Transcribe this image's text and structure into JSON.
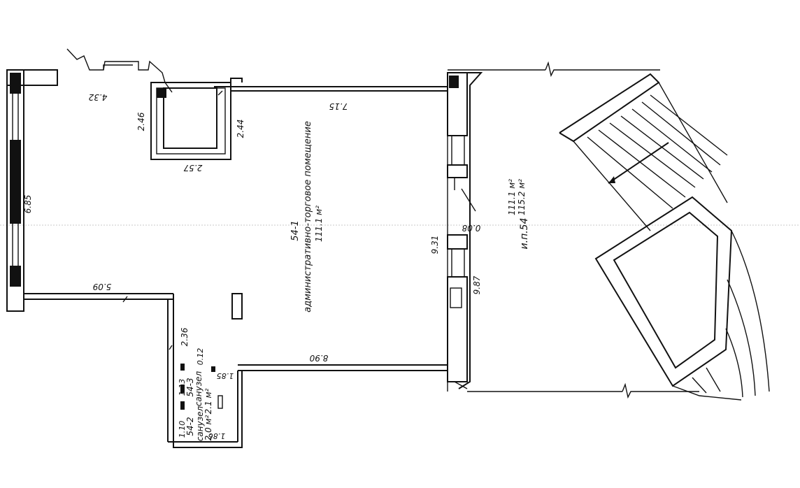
{
  "unit": {
    "room_code": "54-1",
    "room_name": "административно-торговое помещение",
    "room_area": "111.1 м²",
    "section_label": "и.п.54",
    "section_area_1": "111.1 м²",
    "section_area_2": "115.2 м²"
  },
  "rooms": [
    {
      "code": "54-2",
      "name": "санузел",
      "area": "2.0 м²"
    },
    {
      "code": "54-3",
      "name": "санузел",
      "area": "2.1 м²"
    }
  ],
  "dimensions": {
    "d_4_32": "4.32",
    "d_7_15": "7.15",
    "d_2_46": "2.46",
    "d_2_44": "2.44",
    "d_2_57": "2.57",
    "d_6_85": "6.85",
    "d_5_09": "5.09",
    "d_9_31": "9.31",
    "d_0_08": "0.08",
    "d_9_87": "9.87",
    "d_2_36": "2.36",
    "d_0_12": "0.12",
    "d_8_90": "8.90",
    "d_1_85": "1.85",
    "d_1_13": "1.13",
    "d_1_10": "1.10",
    "d_1_86": "1.86"
  },
  "colors": {
    "line": "#111111",
    "background": "#ffffff"
  }
}
